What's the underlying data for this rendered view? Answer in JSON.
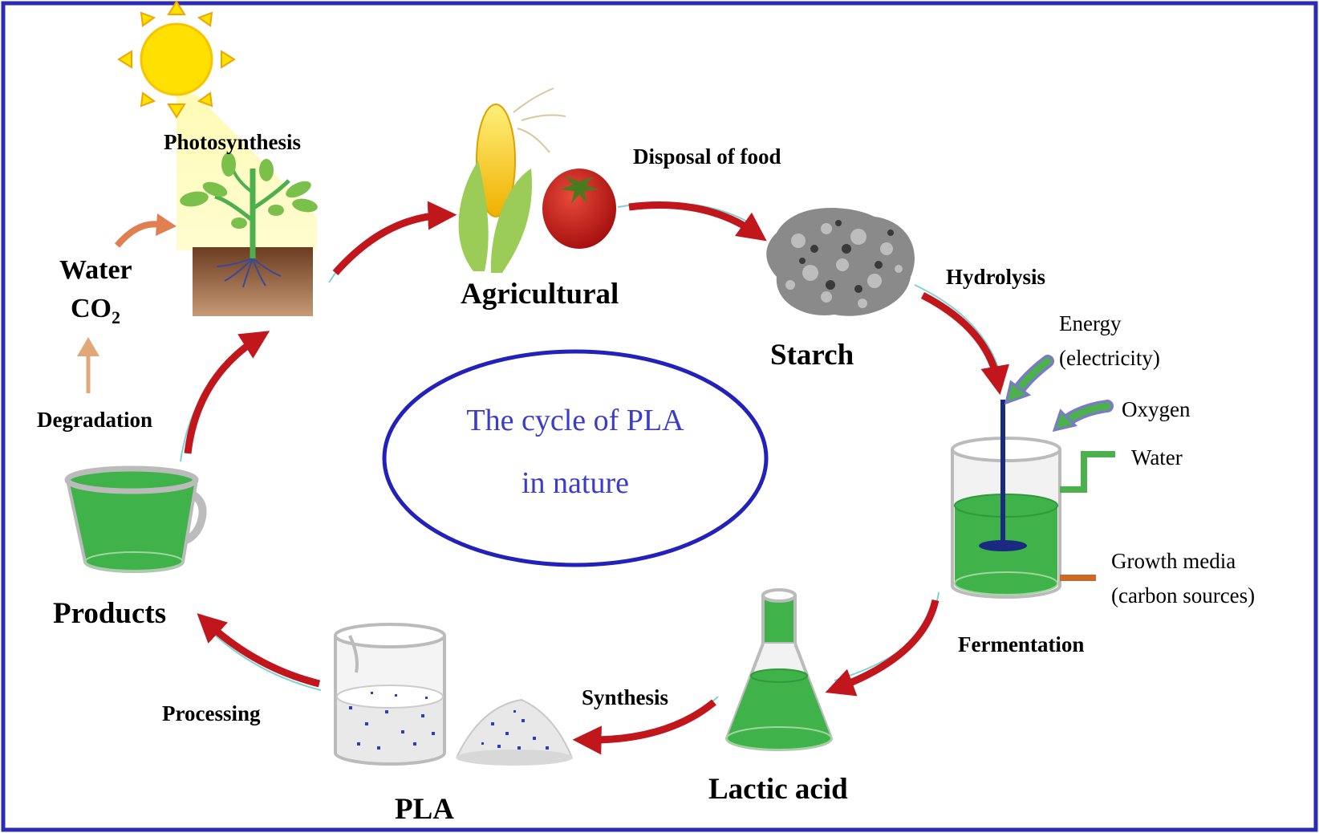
{
  "diagram": {
    "center_title_line1": "The cycle of PLA",
    "center_title_line2": "in nature",
    "stages": {
      "photosynthesis": "Photosynthesis",
      "water": "Water",
      "co2_base": "CO",
      "co2_sub": "2",
      "degradation": "Degradation",
      "agricultural": "Agricultural",
      "disposal_of_food": "Disposal of food",
      "starch": "Starch",
      "hydrolysis": "Hydrolysis",
      "energy": "Energy",
      "electricity": "(electricity)",
      "oxygen": "Oxygen",
      "water_input": "Water",
      "growth_media": "Growth media",
      "carbon_sources": "(carbon sources)",
      "fermentation": "Fermentation",
      "lactic_acid": "Lactic acid",
      "synthesis": "Synthesis",
      "pla": "PLA",
      "processing": "Processing",
      "products": "Products"
    },
    "colors": {
      "border": "#2b2bb5",
      "ellipse": "#2222bb",
      "arrow_red": "#c0161c",
      "liquid_green": "#3fb24a",
      "sun_yellow": "#ffe000",
      "soil_brown": "#7a4a2a"
    }
  }
}
